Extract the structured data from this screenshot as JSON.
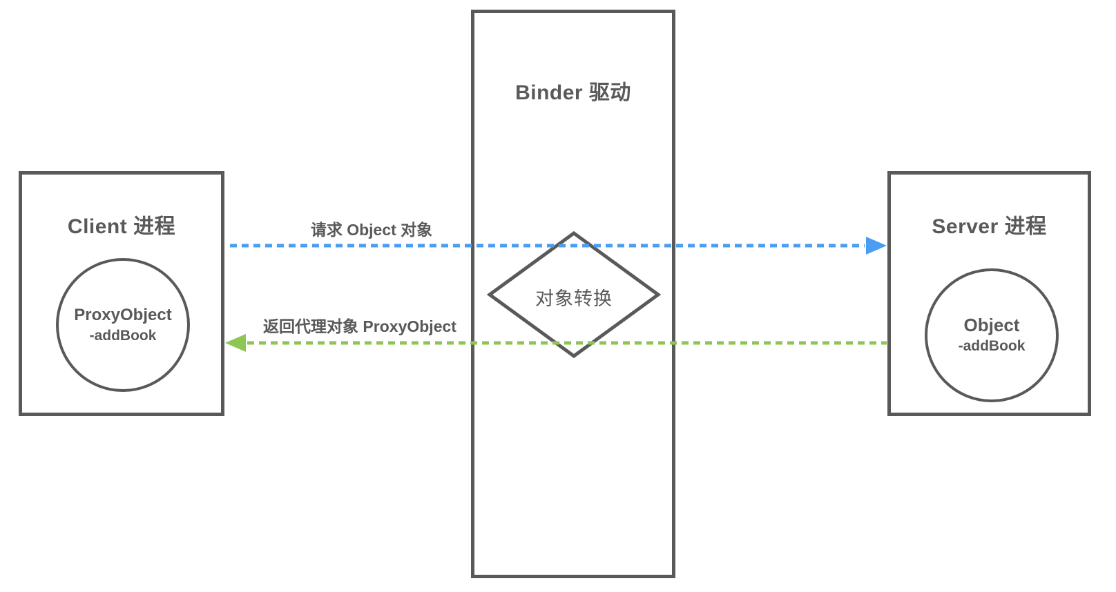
{
  "binder": {
    "title": "Binder 驱动"
  },
  "client": {
    "title": "Client 进程",
    "object_line1": "ProxyObject",
    "object_line2": "-addBook"
  },
  "server": {
    "title": "Server 进程",
    "object_line1": "Object",
    "object_line2": "-addBook"
  },
  "diamond": {
    "label": "对象转换"
  },
  "request_arrow": {
    "label": "请求 Object 对象",
    "color": "#4A9DF2",
    "direction": "left-to-right"
  },
  "return_arrow": {
    "label": "返回代理对象 ProxyObject",
    "color": "#8DC653",
    "direction": "right-to-left"
  },
  "colors": {
    "outline": "#595959",
    "background": "#FFFFFF"
  }
}
